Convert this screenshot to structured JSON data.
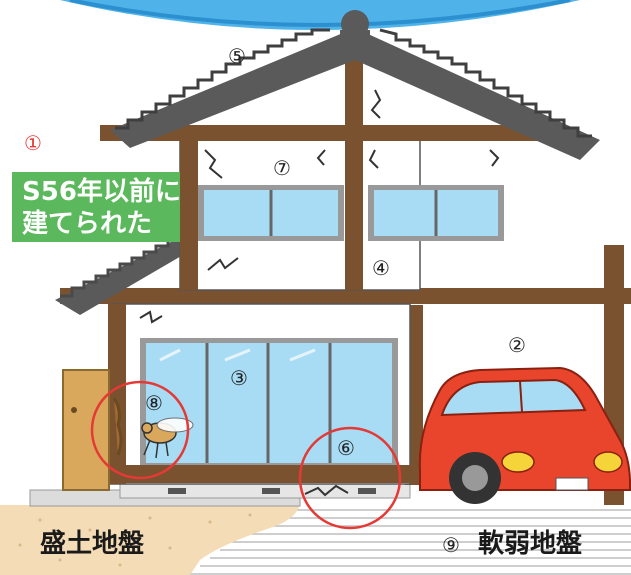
{
  "colors": {
    "sky": "#3aa3e0",
    "roof": "#5a5a5a",
    "wood": "#7a5230",
    "wall": "#ffffff",
    "window": "#a8dcf5",
    "car": "#e8452c",
    "label_bg": "#5cb85c",
    "circle": "#e53935",
    "fill_ground": "#f4dcb6"
  },
  "markers": {
    "m1": "①",
    "m2": "②",
    "m3": "③",
    "m4": "④",
    "m5": "⑤",
    "m6": "⑥",
    "m7": "⑦",
    "m8": "⑧",
    "m9": "⑨"
  },
  "tag": {
    "line1": "S56年以前に",
    "line2": "建てられた"
  },
  "ground": {
    "left_label": "盛土地盤",
    "right_label": "軟弱地盤"
  },
  "icons": {
    "termite": "termite-icon",
    "car": "car-icon",
    "crack": "crack-icon"
  }
}
